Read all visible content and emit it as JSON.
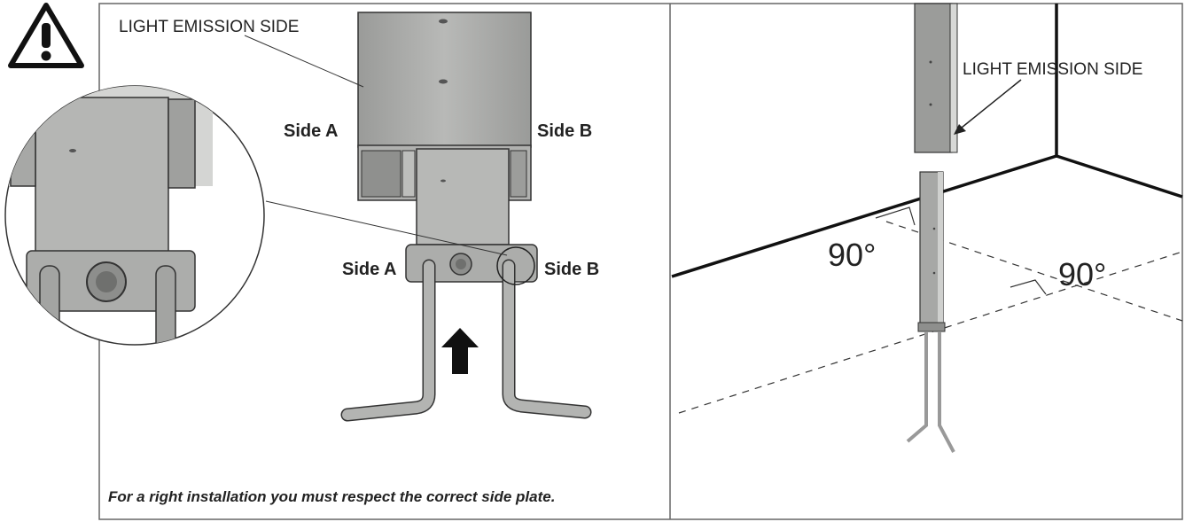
{
  "left_panel": {
    "light_emission_label": "LIGHT EMISSION SIDE",
    "side_a_top": "Side A",
    "side_b_top": "Side B",
    "side_a_bottom": "Side A",
    "side_b_bottom": "Side B",
    "caption": "For a right installation you must respect the correct side plate."
  },
  "right_panel": {
    "light_emission_label": "LIGHT EMISSION SIDE",
    "angle_left": "90°",
    "angle_right": "90°"
  },
  "icons": {
    "warning": "warning-triangle-icon",
    "arrow": "up-arrow-icon"
  },
  "colors": {
    "metal": "#a9aaa8",
    "metal_dark": "#8c8d8b",
    "outline": "#333333",
    "frame": "#555555"
  }
}
